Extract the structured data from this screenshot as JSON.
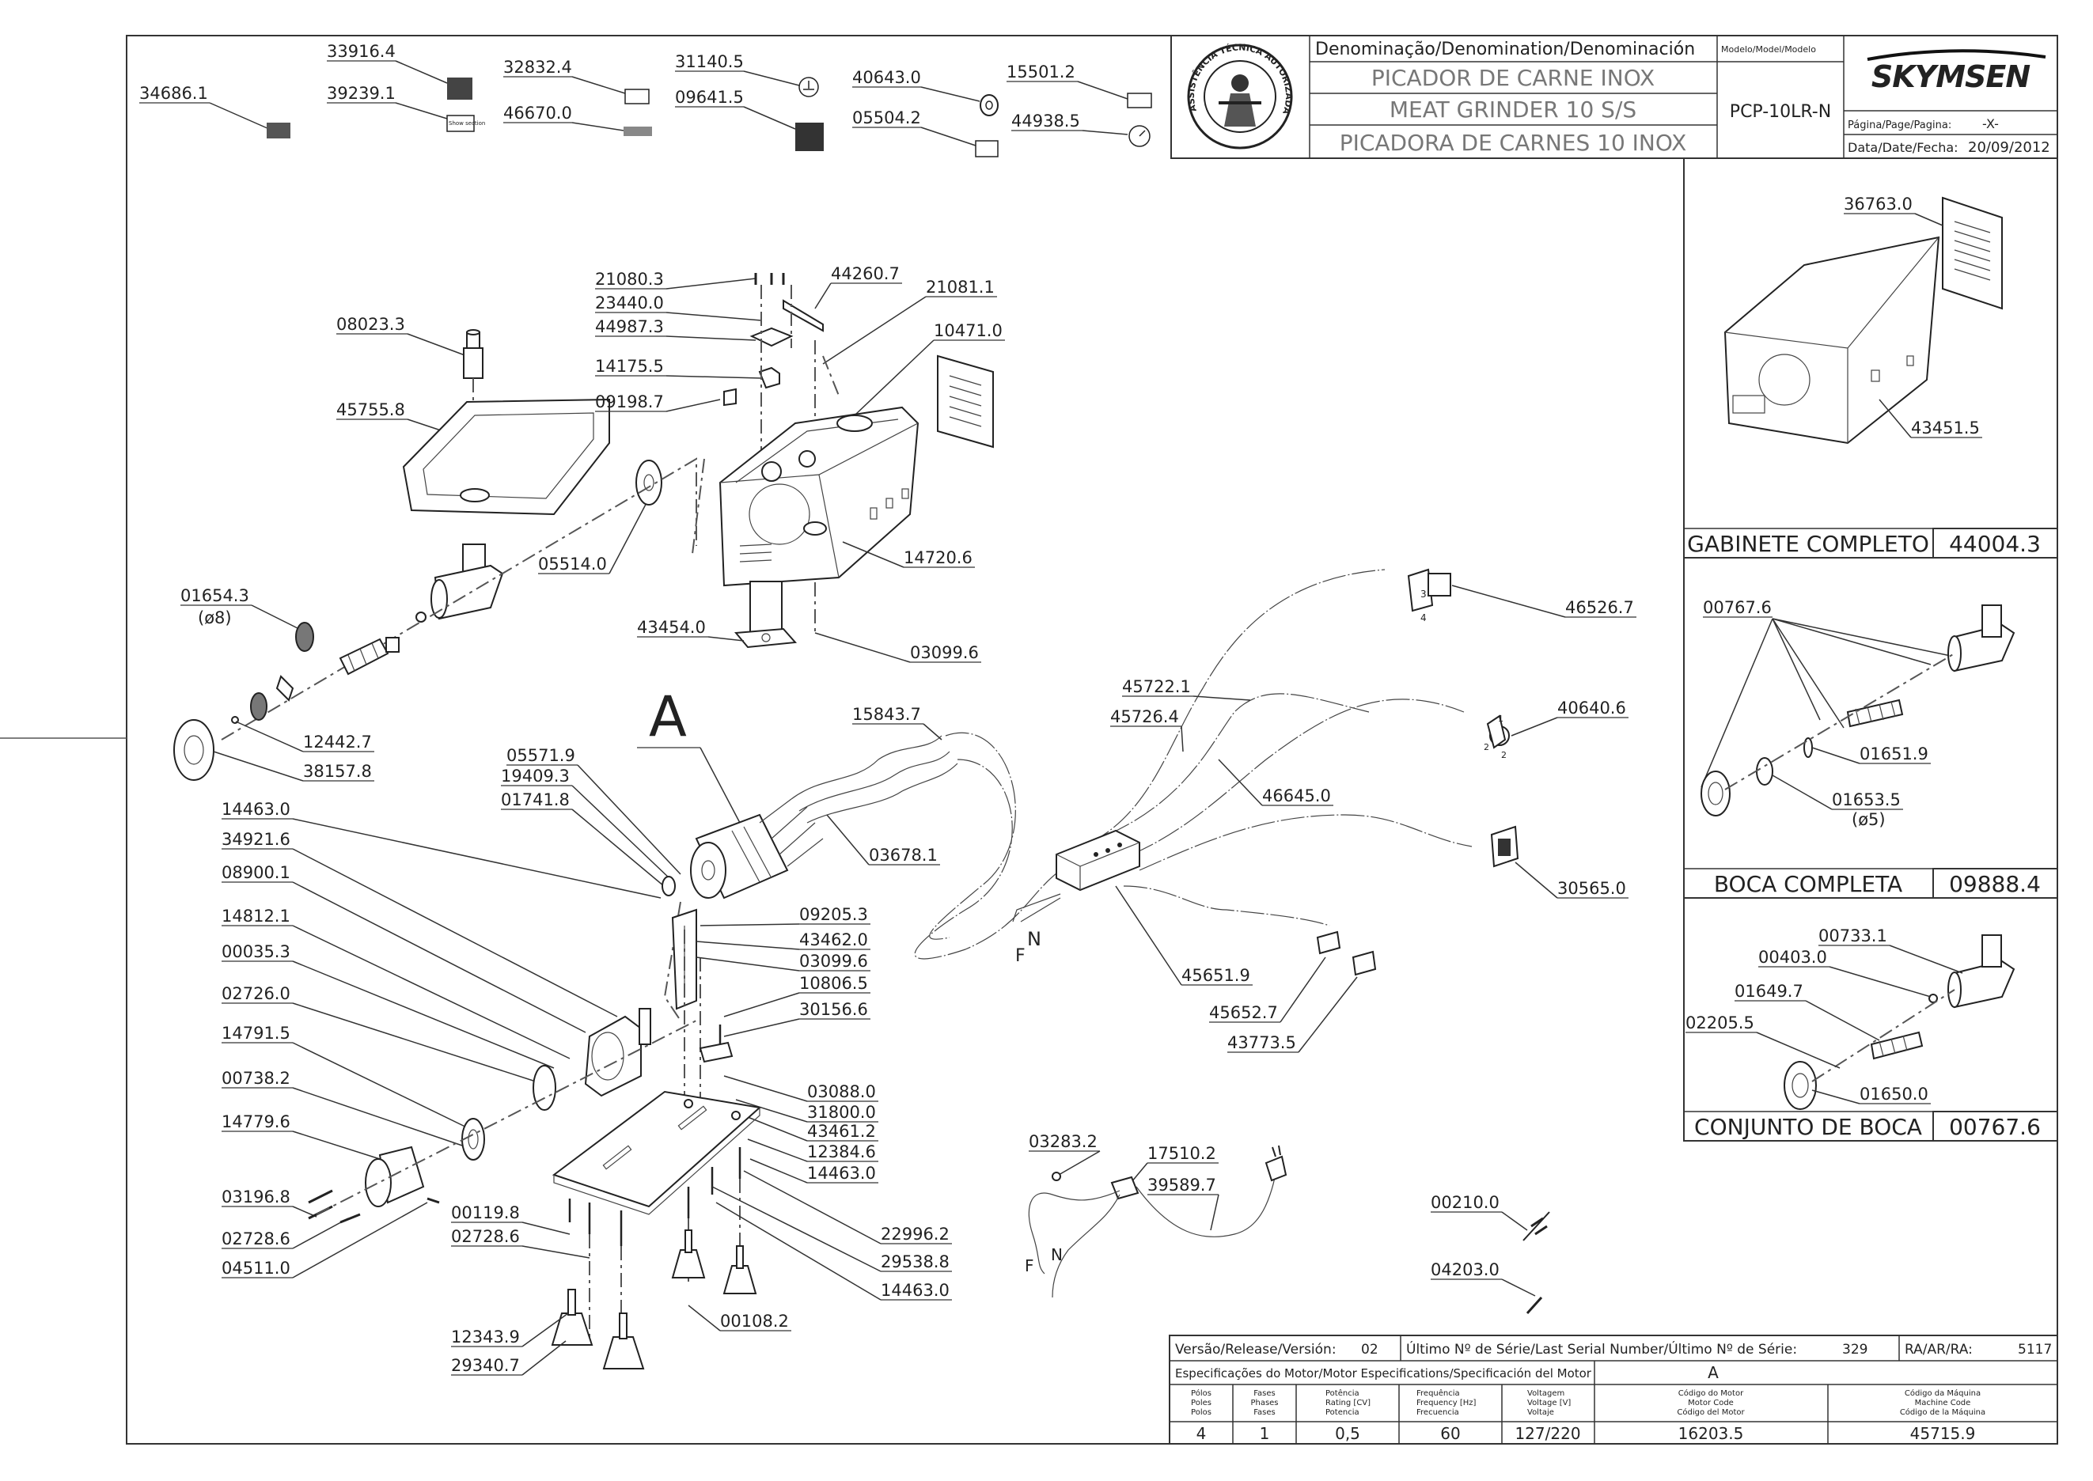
{
  "header": {
    "denomination_label": "Denominação/Denomination/Denominación",
    "model_label": "Modelo/Model/Modelo",
    "name_pt": "PICADOR DE CARNE INOX",
    "name_en": "MEAT GRINDER 10 S/S",
    "name_es": "PICADORA DE CARNES 10 INOX",
    "model": "PCP-10LR-N",
    "brand": "SKYMSEN",
    "page_label": "Página/Page/Pagina:",
    "page_value": "-X-",
    "date_label": "Data/Date/Fecha:",
    "date_value": "20/09/2012",
    "seal_text": "ASSISTÊNCIA TÉCNICA AUTORIZADA"
  },
  "labels_top": [
    "34686.1",
    "33916.4",
    "39239.1",
    "32832.4",
    "46670.0",
    "31140.5",
    "09641.5",
    "40643.0",
    "05504.2",
    "15501.2",
    "44938.5"
  ],
  "label_badge_text": "Show section",
  "panels": {
    "gabinete": {
      "name": "GABINETE COMPLETO",
      "code": "44004.3",
      "parts": [
        "36763.0",
        "43451.5"
      ]
    },
    "boca": {
      "name": "BOCA COMPLETA",
      "code": "09888.4",
      "parts": [
        "00767.6",
        "01651.9",
        "01653.5",
        "(ø5)"
      ]
    },
    "conjunto": {
      "name": "CONJUNTO DE BOCA",
      "code": "00767.6",
      "parts": [
        "00733.1",
        "00403.0",
        "01649.7",
        "02205.5",
        "01650.0"
      ]
    }
  },
  "callouts": {
    "c08023_3": "08023.3",
    "c45755_8": "45755.8",
    "c01654_3": "01654.3",
    "c_d8": "(ø8)",
    "c12442_7": "12442.7",
    "c38157_8": "38157.8",
    "c05514_0": "05514.0",
    "c21080_3": "21080.3",
    "c23440_0": "23440.0",
    "c44987_3": "44987.3",
    "c14175_5": "14175.5",
    "c09198_7": "09198.7",
    "c44260_7": "44260.7",
    "c21081_1": "21081.1",
    "c10471_0": "10471.0",
    "c14720_6": "14720.6",
    "c43454_0": "43454.0",
    "c03099_6a": "03099.6",
    "cA": "A",
    "c15843_7": "15843.7",
    "c05571_9": "05571.9",
    "c19409_3": "19409.3",
    "c01741_8": "01741.8",
    "c03678_1": "03678.1",
    "c14463_0a": "14463.0",
    "c34921_6": "34921.6",
    "c08900_1": "08900.1",
    "c14812_1": "14812.1",
    "c00035_3": "00035.3",
    "c02726_0": "02726.0",
    "c14791_5": "14791.5",
    "c00738_2": "00738.2",
    "c14779_6": "14779.6",
    "c03196_8": "03196.8",
    "c02728_6a": "02728.6",
    "c04511_0": "04511.0",
    "c09205_3": "09205.3",
    "c43462_0": "43462.0",
    "c03099_6b": "03099.6",
    "c10806_5": "10806.5",
    "c30156_6": "30156.6",
    "c03088_0": "03088.0",
    "c31800_0": "31800.0",
    "c43461_2": "43461.2",
    "c12384_6": "12384.6",
    "c14463_0b": "14463.0",
    "c00119_8": "00119.8",
    "c02728_6b": "02728.6",
    "c22996_2": "22996.2",
    "c29538_8": "29538.8",
    "c14463_0c": "14463.0",
    "c12343_9": "12343.9",
    "c29340_7": "29340.7",
    "c00108_2": "00108.2",
    "c46526_7": "46526.7",
    "c45722_1": "45722.1",
    "c45726_4": "45726.4",
    "c40640_6": "40640.6",
    "c46645_0": "46645.0",
    "c30565_0": "30565.0",
    "c45651_9": "45651.9",
    "c45652_7": "45652.7",
    "c43773_5": "43773.5",
    "cN1": "N",
    "cF1": "F",
    "c03283_2": "03283.2",
    "c17510_2": "17510.2",
    "c39589_7": "39589.7",
    "cN2": "N",
    "cF2": "F",
    "c00210_0": "00210.0",
    "c04203_0": "04203.0"
  },
  "footer": {
    "release_label": "Versão/Release/Versión:",
    "release_value": "02",
    "serial_label": "Último Nº de Série/Last Serial Number/Último Nº de Série:",
    "serial_value": "329",
    "ra_label": "RA/AR/RA:",
    "ra_value": "5117",
    "motor_spec_label": "Especificações do Motor/Motor Especifications/Specificación del Motor",
    "variant": "A",
    "cols": [
      {
        "l1": "Pólos",
        "l2": "Poles",
        "l3": "Polos",
        "value": "4"
      },
      {
        "l1": "Fases",
        "l2": "Phases",
        "l3": "Fases",
        "value": "1"
      },
      {
        "l1": "Potência",
        "l2": "Rating [CV]",
        "l3": "Potencia",
        "value": "0,5"
      },
      {
        "l1": "Frequência",
        "l2": "Frequency [Hz]",
        "l3": "Frecuencia",
        "value": "60"
      },
      {
        "l1": "Voltagem",
        "l2": "Voltage [V]",
        "l3": "Voltaje",
        "value": "127/220"
      },
      {
        "l1": "Código do Motor",
        "l2": "Motor Code",
        "l3": "Código del Motor",
        "value": "16203.5"
      },
      {
        "l1": "Código da Máquina",
        "l2": "Machine Code",
        "l3": "Código de la Máquina",
        "value": "45715.9"
      }
    ]
  }
}
